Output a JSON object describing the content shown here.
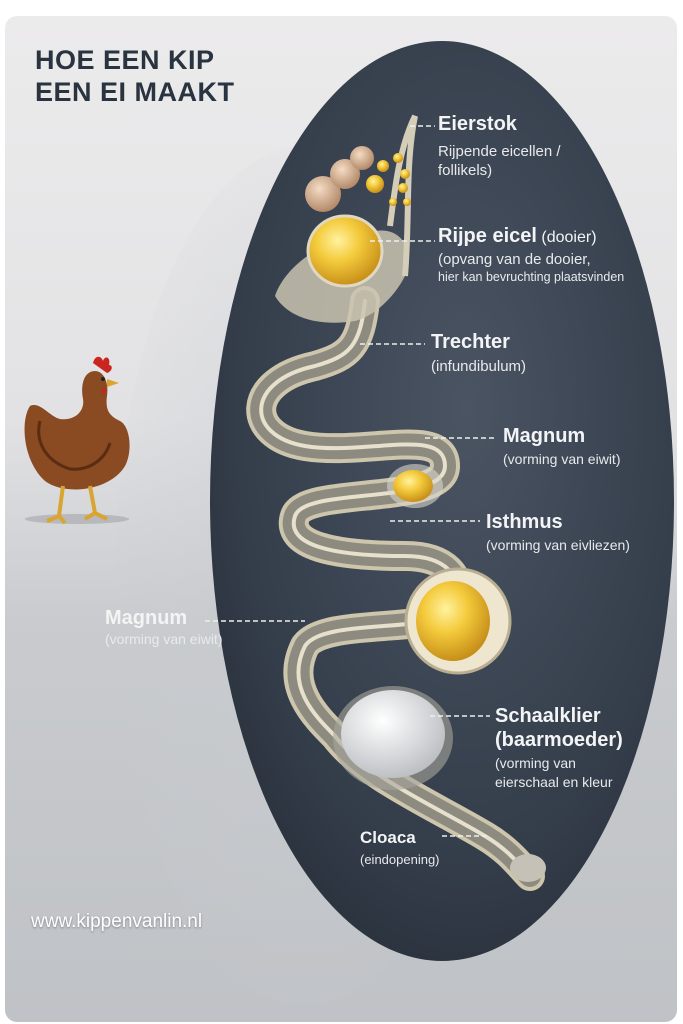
{
  "title": {
    "line1": "HOE EEN KIP",
    "line2": "EEN EI MAAKT"
  },
  "labels": {
    "eierstok": {
      "title": "Eierstok",
      "sub1": "Rijpende eicellen /",
      "sub2": "follikels)"
    },
    "rijpe_eicel": {
      "title": "Rijpe eicel",
      "title_extra": "(dooier)",
      "sub1": "(opvang van de dooier,",
      "sub2": "hier kan bevruchting plaatsvinden"
    },
    "trechter": {
      "title": "Trechter",
      "sub1": "(infundibulum)"
    },
    "magnum_right": {
      "title": "Magnum",
      "sub1": "(vorming van eiwit)"
    },
    "isthmus": {
      "title": "Isthmus",
      "sub1": "(vorming van eivliezen)"
    },
    "magnum_left": {
      "title": "Magnum",
      "sub1": "(vorming van eiwit)"
    },
    "schaalklier": {
      "title1": "Schaalklier",
      "title2": "(baarmoeder)",
      "sub1": "(vorming van",
      "sub2": "eierschaal en kleur"
    },
    "cloaca": {
      "title": "Cloaca",
      "sub1": "(eindopening)"
    }
  },
  "website": "www.kippenvanlin.nl",
  "colors": {
    "oval": "#3c4655",
    "yolk": "#f2c53a",
    "tube": "#d9d2bd",
    "title": "#2a3440"
  }
}
